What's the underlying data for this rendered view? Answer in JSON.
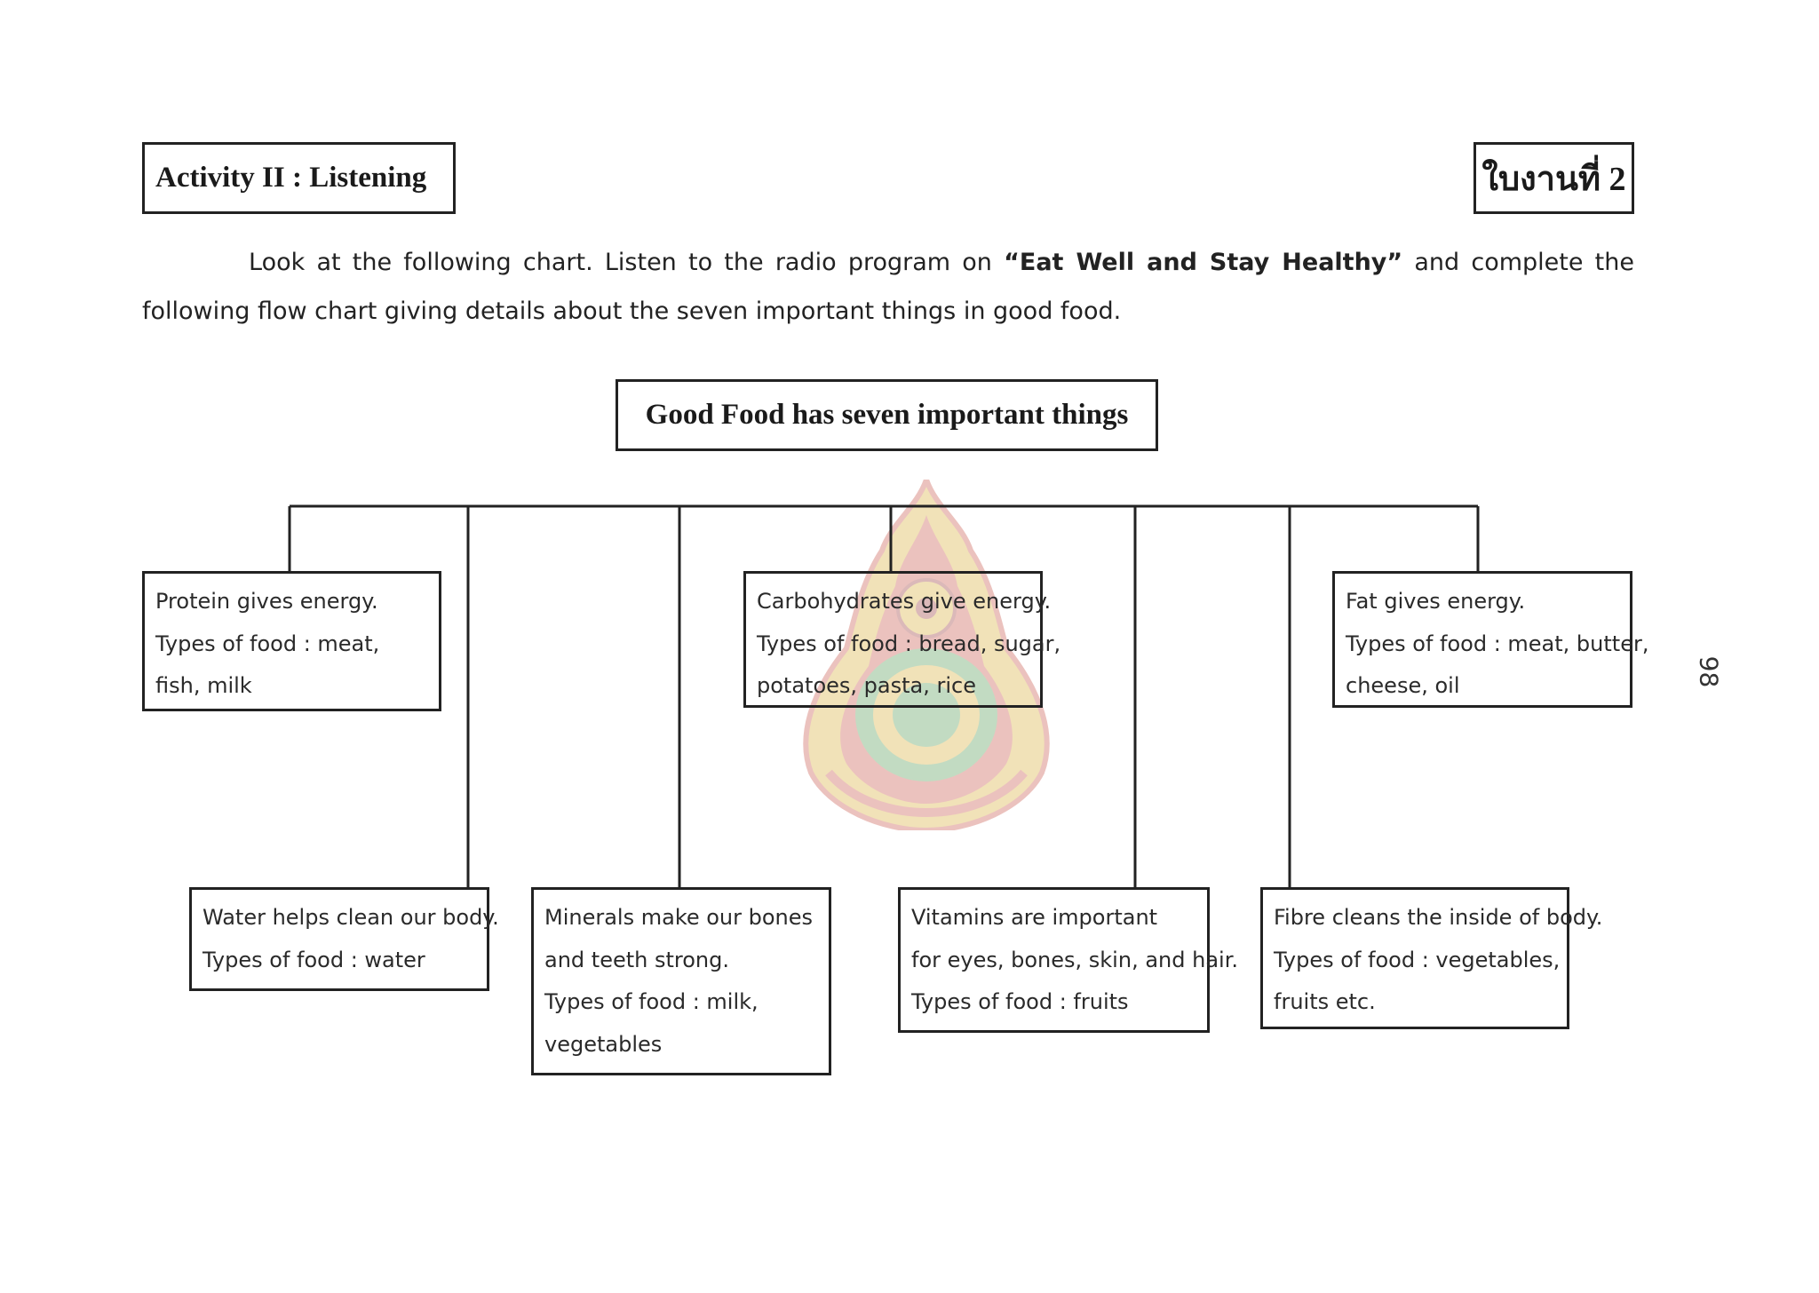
{
  "header": {
    "activity_title": "Activity II : Listening",
    "worksheet_label": "ใบงานที่ 2"
  },
  "instructions": {
    "part1": "Look at the following chart. Listen to the radio program on ",
    "program_title": "“Eat Well and Stay Healthy”",
    "part2": " and complete the following flow chart giving details about the seven important things in good food."
  },
  "chart": {
    "title": "Good Food has seven important things",
    "top_row": [
      {
        "lines": [
          "Protein gives energy.",
          "Types of food : meat,",
          "fish, milk"
        ]
      },
      {
        "lines": [
          "Carbohydrates give energy.",
          "Types of food : bread, sugar,",
          "potatoes, pasta, rice"
        ]
      },
      {
        "lines": [
          "Fat gives energy.",
          "Types of food : meat, butter,",
          "cheese, oil"
        ]
      }
    ],
    "bottom_row": [
      {
        "lines": [
          "Water helps clean our body.",
          "Types of food : water"
        ]
      },
      {
        "lines": [
          "Minerals make our bones",
          "and teeth strong.",
          "Types of food : milk,",
          "vegetables"
        ]
      },
      {
        "lines": [
          "Vitamins are important",
          "for eyes, bones, skin, and hair.",
          "Types of food : fruits"
        ]
      },
      {
        "lines": [
          "Fibre cleans the inside of body.",
          "Types of food : vegetables,",
          "fruits etc."
        ]
      }
    ]
  },
  "page_number": "98",
  "colors": {
    "ink": "#222222",
    "emblem_red": "#c0392b",
    "emblem_gold": "#d4a017",
    "emblem_green": "#3a8c3a"
  }
}
